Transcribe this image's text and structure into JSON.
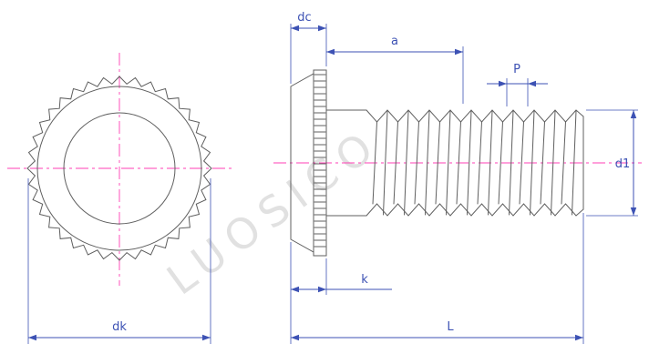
{
  "drawing": {
    "watermark": "LUOSICO",
    "labels": {
      "dc": "dc",
      "a": "a",
      "p": "P",
      "d1": "d1",
      "k": "k",
      "l": "L",
      "dk": "dk"
    }
  },
  "colors": {
    "dimension": "#3d52b4",
    "outline": "#5f5f5f",
    "centerline": "#ff3fb4",
    "watermark": "#c9c9c9"
  }
}
